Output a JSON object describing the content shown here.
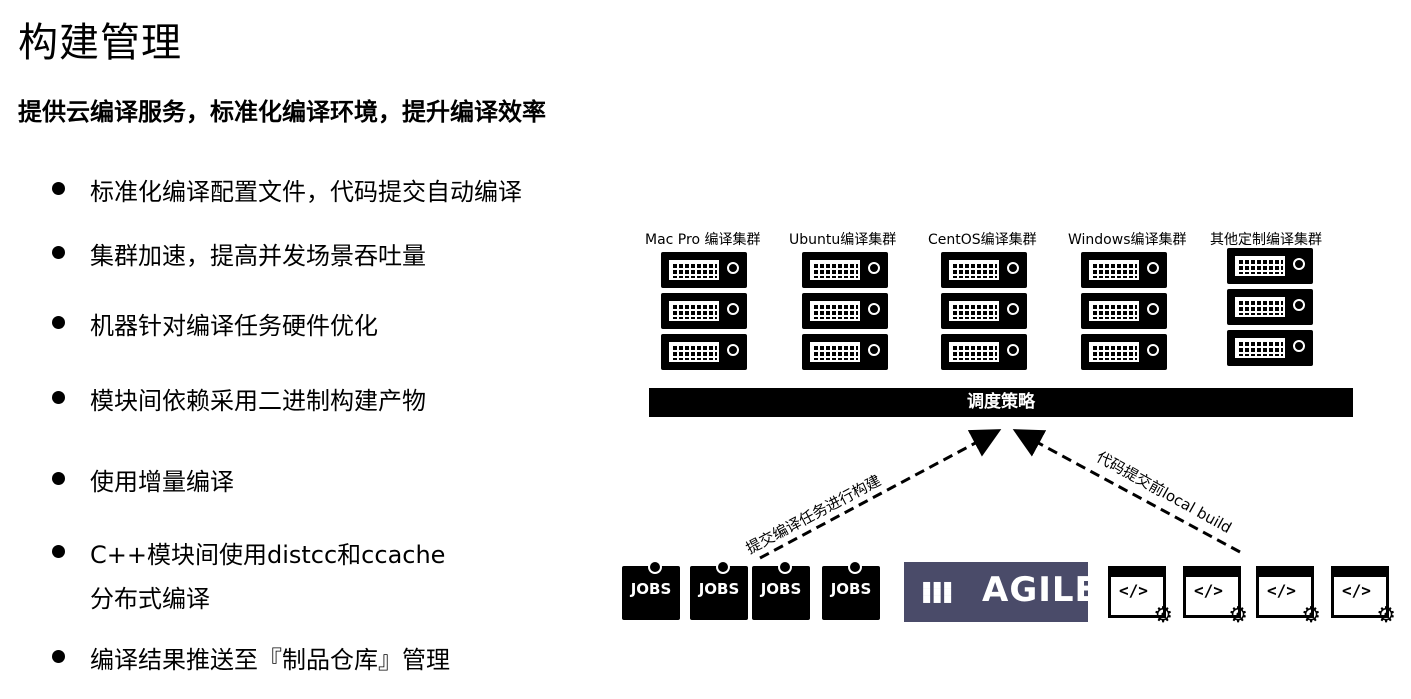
{
  "title": "构建管理",
  "subtitle": "提供云编译服务，标准化编译环境，提升编译效率",
  "bullets": [
    "标准化编译配置文件，代码提交自动编译",
    "集群加速，提高并发场景吞吐量",
    "机器针对编译任务硬件优化",
    "模块间依赖采用二进制构建产物",
    "使用增量编译",
    "C++模块间使用distcc和ccache",
    "分布式编译",
    "编译结果推送至『制品仓库』管理"
  ],
  "clusters": [
    "Mac Pro 编译集群",
    "Ubuntu编译集群",
    "CentOS编译集群",
    "Windows编译集群",
    "其他定制编译集群"
  ],
  "scheduler": "调度策略",
  "arrow_left_label": "提交编译任务进行构建",
  "arrow_right_label": "代码提交前local build",
  "jobs_label": "JOBS",
  "agile_label": "AGILE",
  "code_label": "</>",
  "icons": [
    "server-icon",
    "jobs-icon",
    "agile-grid-icon",
    "code-window-icon",
    "gear-icon"
  ]
}
